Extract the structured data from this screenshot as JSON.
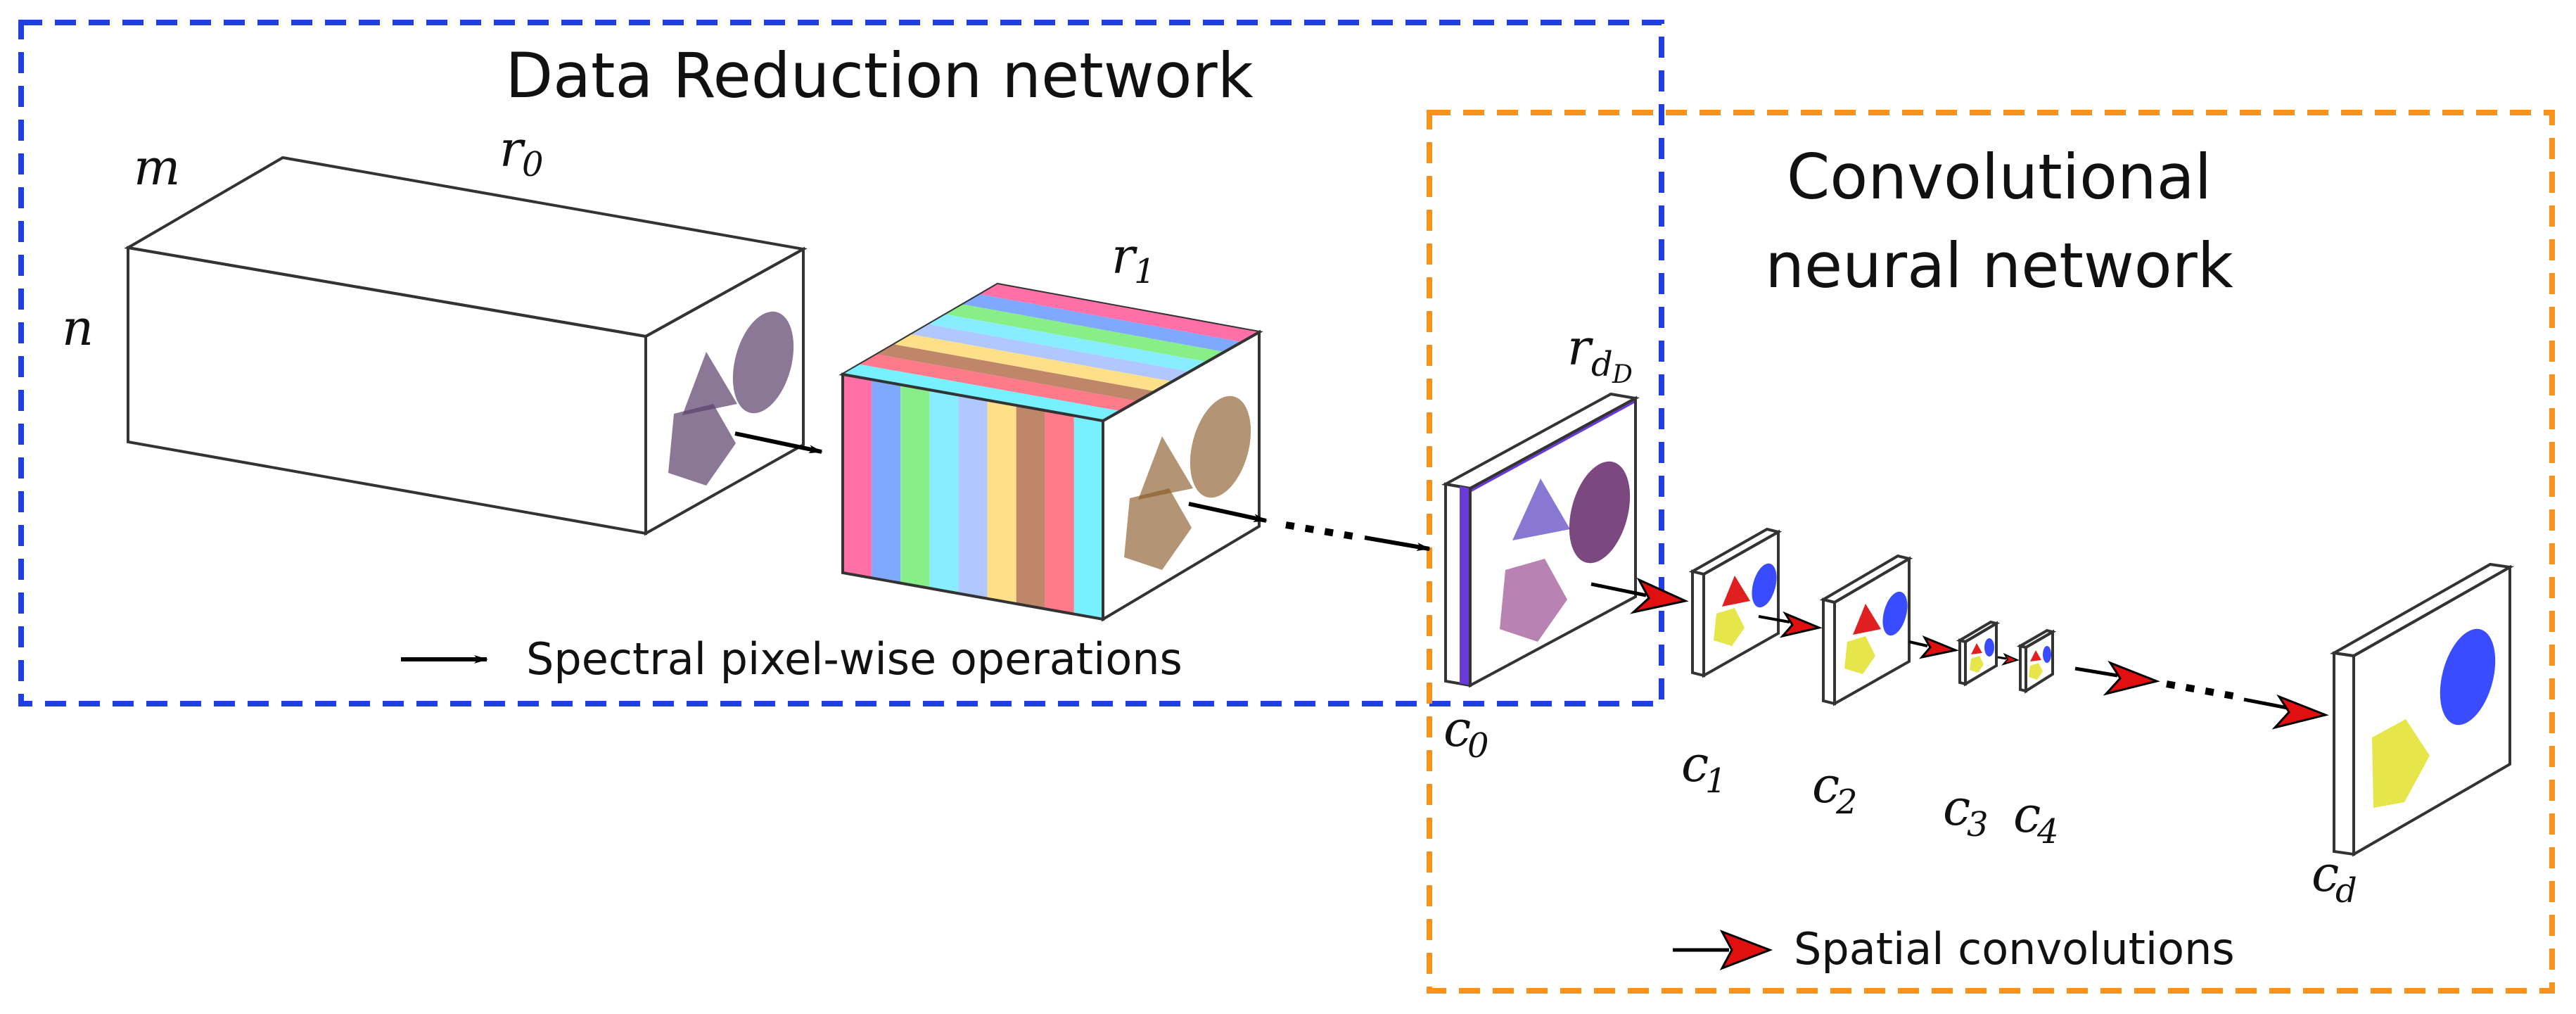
{
  "titles": {
    "data_reduction": "Data Reduction network",
    "cnn_line1": "Convolutional",
    "cnn_line2": "neural network"
  },
  "legend": {
    "spectral": "Spectral pixel-wise operations",
    "spatial": "Spatial convolutions"
  },
  "dims": {
    "m": "m",
    "n": "n",
    "r0": "r",
    "r0_sub": "0",
    "r1": "r",
    "r1_sub": "1",
    "rdD": "r",
    "rdD_sub": "d",
    "rdD_subsub": "D"
  },
  "layers": {
    "c0": "c",
    "c0_sub": "0",
    "c1": "c",
    "c1_sub": "1",
    "c2": "c",
    "c2_sub": "2",
    "c3": "c",
    "c3_sub": "3",
    "c4": "c",
    "c4_sub": "4",
    "cd": "c",
    "cd_sub": "d"
  },
  "colors": {
    "data_reduction_border": "#1f3fe0",
    "cnn_border": "#f7931e",
    "spectral_arrow": "#000000",
    "spatial_arrow": "#e01010",
    "blue_shape": "#3a4cff",
    "red_shape": "#e02020",
    "yellow_shape": "#e6e64a"
  }
}
